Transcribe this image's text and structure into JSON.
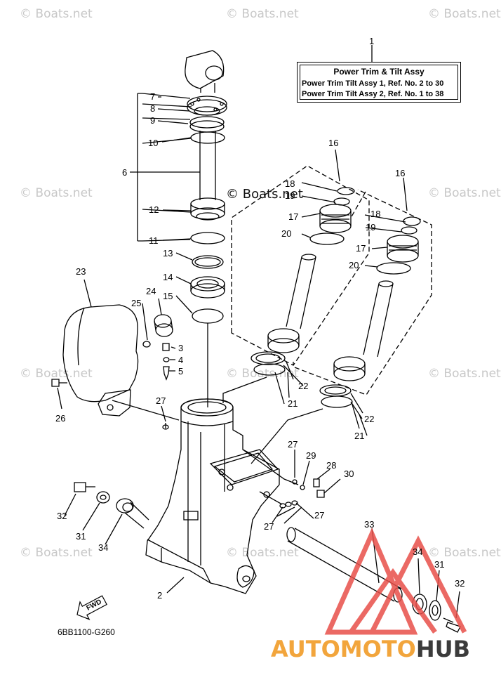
{
  "watermarks": {
    "site": "© Boats.net",
    "center": "© Boats.net"
  },
  "info_box": {
    "ref_number": "1",
    "title": "Power Trim & Tilt Assy",
    "line1": {
      "name": "Power Trim Tilt Assy 1,",
      "ref": "Ref. No.",
      "from": "2",
      "to_word": "to",
      "to": "30"
    },
    "line2": {
      "name": "Power Trim Tilt Assy 2,",
      "ref": "Ref. No.",
      "from": "1",
      "to_word": "to",
      "to": "38"
    }
  },
  "callouts": {
    "n2": "2",
    "n3": "3",
    "n4": "4",
    "n5": "5",
    "n6": "6",
    "n7": "7",
    "n8": "8",
    "n9": "9",
    "n10": "10",
    "n11": "11",
    "n12": "12",
    "n13": "13",
    "n14": "14",
    "n15": "15",
    "n16a": "16",
    "n16b": "16",
    "n17a": "17",
    "n17b": "17",
    "n18a": "18",
    "n18b": "18",
    "n19a": "19",
    "n19b": "19",
    "n20a": "20",
    "n20b": "20",
    "n21a": "21",
    "n21b": "21",
    "n22a": "22",
    "n22b": "22",
    "n23": "23",
    "n24": "24",
    "n25": "25",
    "n26": "26",
    "n27a": "27",
    "n27b": "27",
    "n27c": "27",
    "n27d": "27",
    "n28": "28",
    "n29": "29",
    "n30": "30",
    "n31a": "31",
    "n31b": "31",
    "n32a": "32",
    "n32b": "32",
    "n33": "33",
    "n34a": "34",
    "n34b": "34"
  },
  "fwd_label": "FWD",
  "figure_code": "6BB1100-G260",
  "logo": {
    "part1": "AUTOMOTO",
    "part2": "HUB",
    "color_primary": "#f2a53c",
    "color_secondary": "#3b3b3b",
    "triangle_color": "#e8504a"
  }
}
